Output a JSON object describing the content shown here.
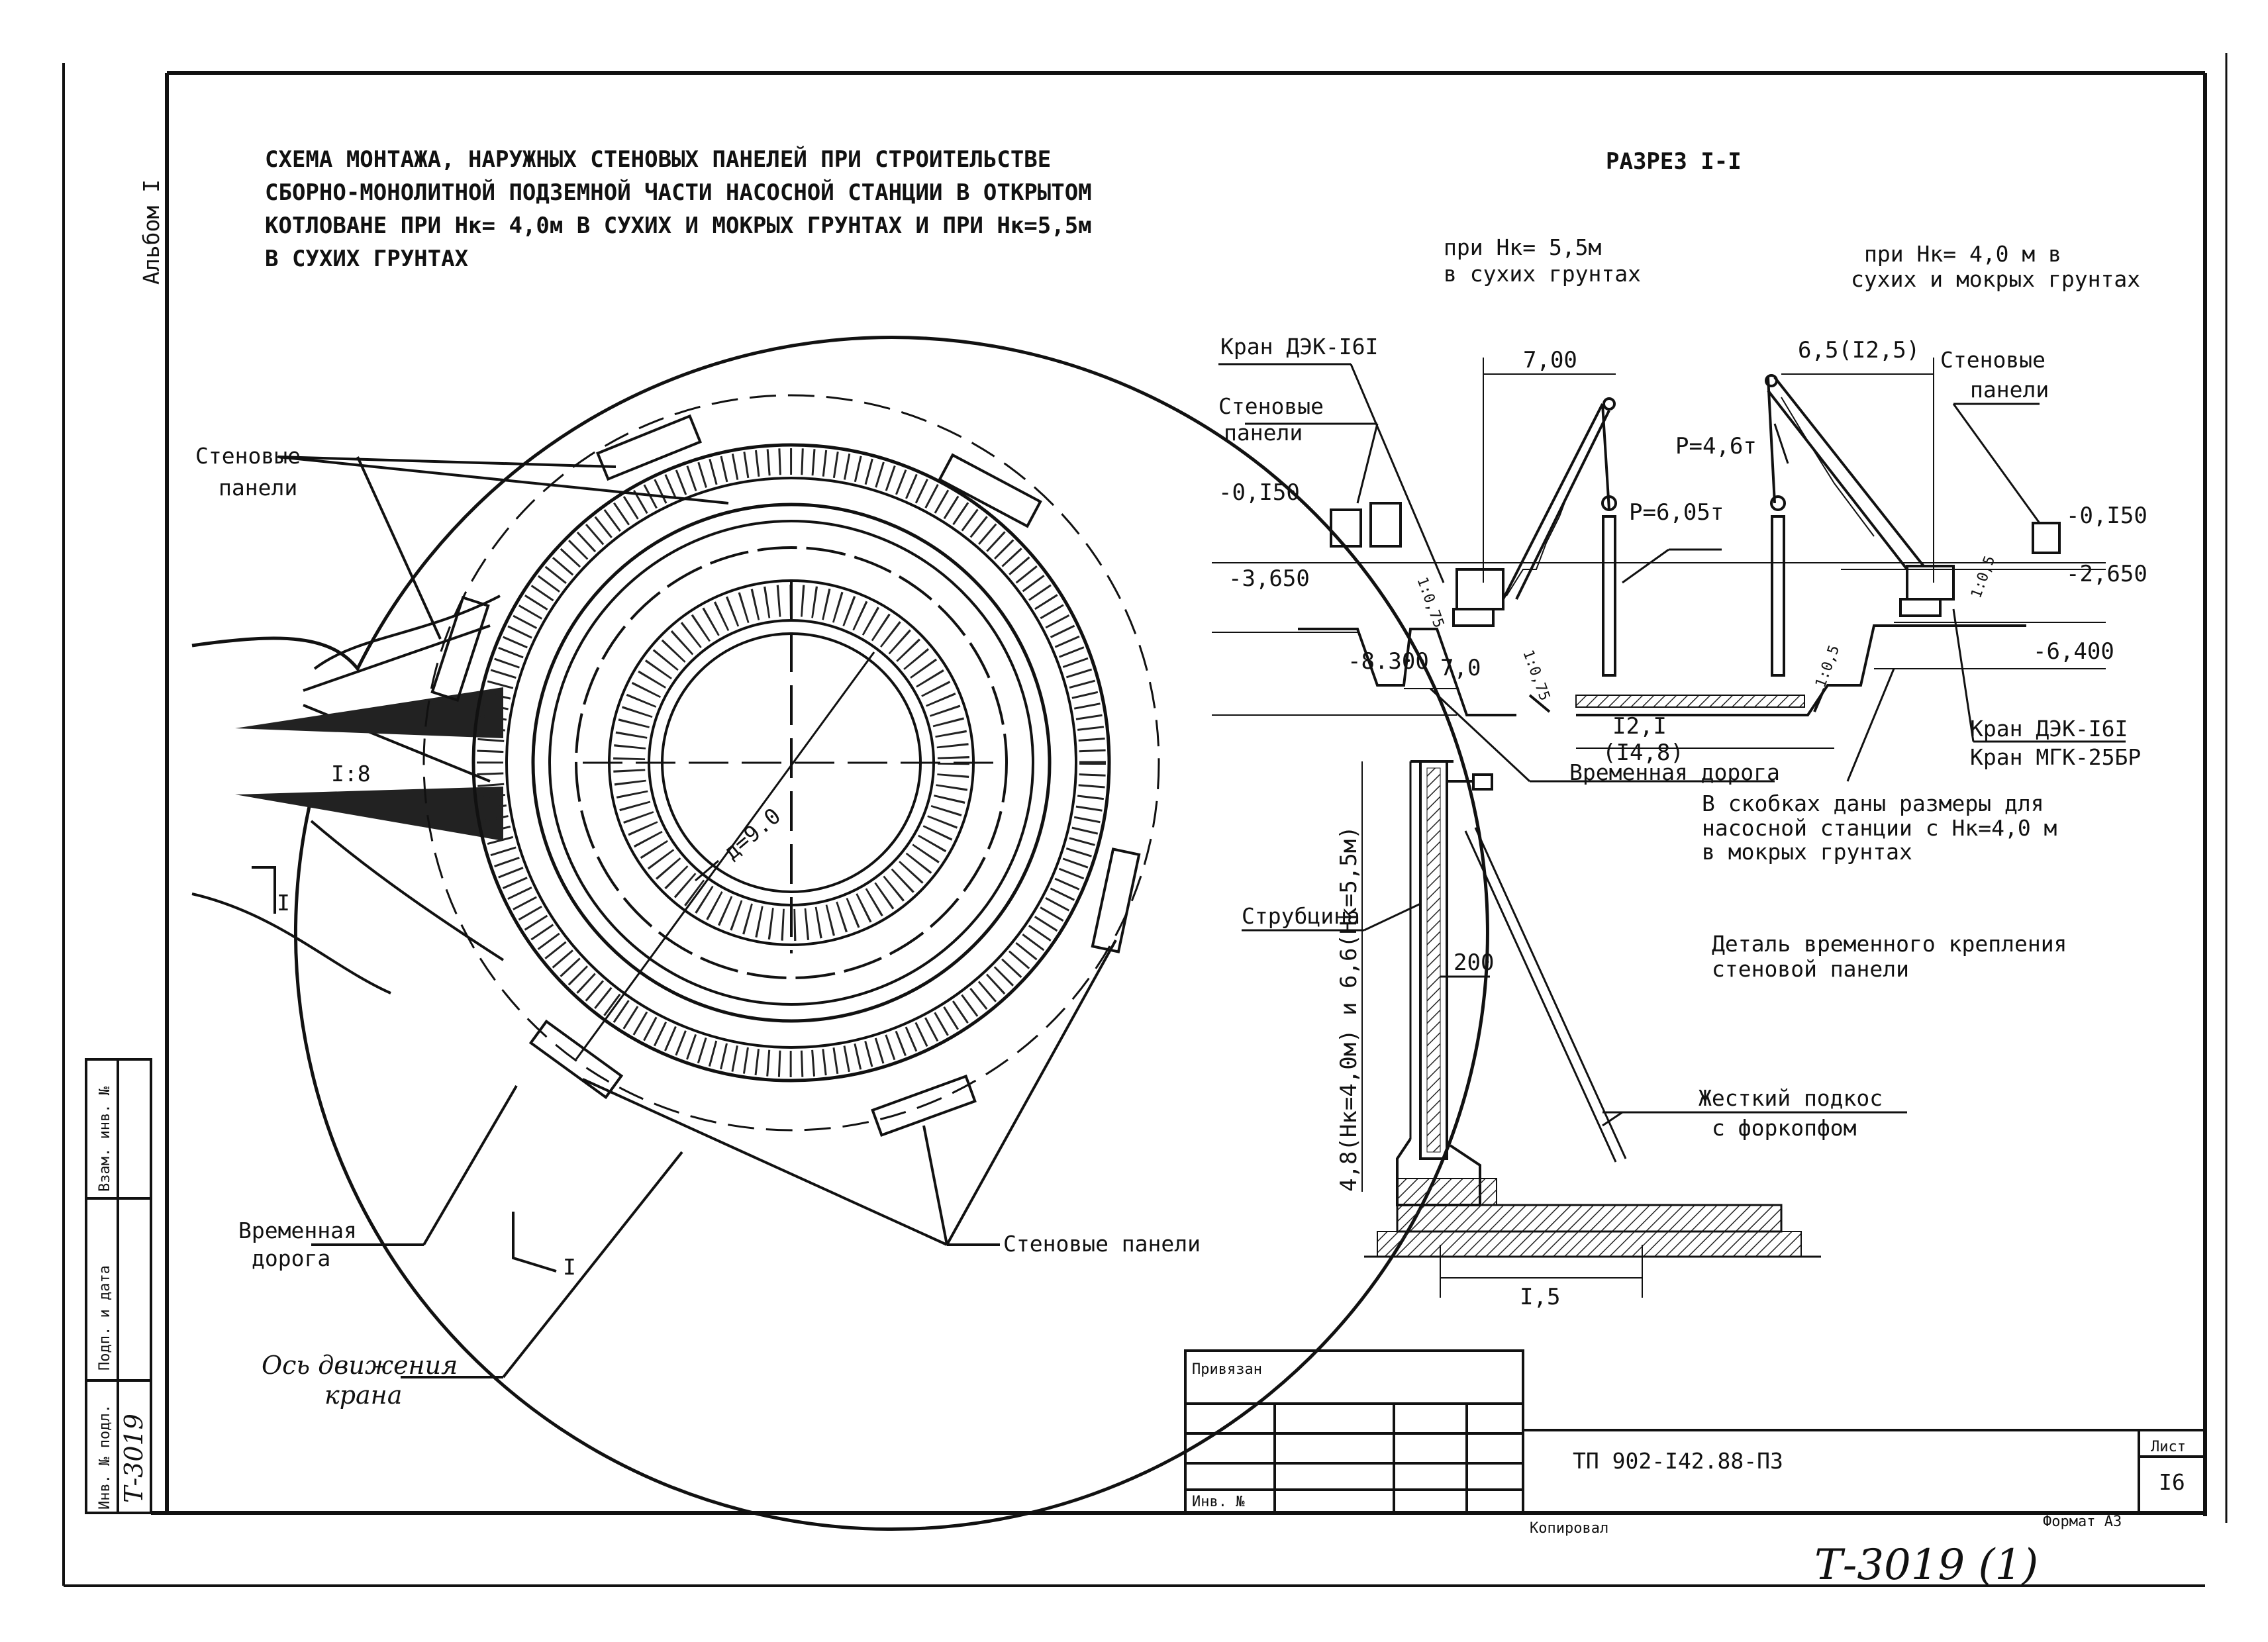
{
  "album": "Альбом I",
  "title_lines": [
    "СХЕМА МОНТАЖА, НАРУЖНЫХ СТЕНОВЫХ ПАНЕЛЕЙ ПРИ СТРОИТЕЛЬСТВЕ",
    "СБОРНО-МОНОЛИТНОЙ ПОДЗЕМНОЙ ЧАСТИ НАСОСНОЙ СТАНЦИИ В ОТКРЫТОМ",
    "КОТЛОВАНЕ ПРИ Нк= 4,0м  В СУХИХ И МОКРЫХ ГРУНТАХ И ПРИ Нк=5,5м",
    "В СУХИХ ГРУНТАХ"
  ],
  "plan": {
    "wall_panels_1": "Стеновые",
    "wall_panels_2": "панели",
    "slope": "I:8",
    "section_mark": "I",
    "diameter": "д=9.0",
    "temp_road_1": "Временная",
    "temp_road_2": "дорога",
    "wall_panels_bottom": "Стеновые панели",
    "crane_axis_1": "Ось движения",
    "crane_axis_2": "крана"
  },
  "section": {
    "title": "РАЗРЕЗ I-I",
    "left_case_1": "при Нк= 5,5м",
    "left_case_2": "в сухих грунтах",
    "right_case_1": "при Нк= 4,0 м в",
    "right_case_2": "сухих и мокрых грунтах",
    "crane_left": "Кран ДЭК-I6I",
    "panels_left_1": "Стеновые",
    "panels_left_2": "панели",
    "panels_right_1": "Стеновые",
    "panels_right_2": "панели",
    "dim_700": "7,00",
    "dim_650": "6,5(I2,5)",
    "load_right": "Р=4,6т",
    "load_left": "Р=6,05т",
    "el_0150_l": "-0,I50",
    "el_3650": "-3,650",
    "el_8300": "-8.300",
    "dim_70": "7,0",
    "el_0150_r": "-0,I50",
    "el_2650": "-2,650",
    "el_6400": "-6,400",
    "dim_121": "I2,I",
    "dim_148": "(I4,8)",
    "slope_075a": "1:0,75",
    "slope_075b": "1:0,75",
    "slope_05a": "1:0,5",
    "slope_05b": "1:0,5",
    "temp_road": "Временная дорога",
    "crane_r1": "Кран ДЭК-I6I",
    "crane_r2": "Кран МГК-25БР",
    "note_1": "В скобках даны размеры для",
    "note_2": "насосной станции с Нк=4,0 м",
    "note_3": "в мокрых грунтах"
  },
  "detail": {
    "title_1": "Деталь временного крепления",
    "title_2": "стеновой панели",
    "clamp": "Струбцина",
    "height_label": "4,8(Нк=4,0м) и 6,6(Нк=5,5м)",
    "dim_200": "200",
    "strut_1": "Жесткий подкос",
    "strut_2": "с форкопфом",
    "dim_15": "I,5"
  },
  "side_stamp": {
    "inv_label": "Инв. № подл.",
    "inv_value": "Т-3019",
    "sign_label": "Подп. и дата",
    "repl_label": "Взам. инв. №"
  },
  "title_block": {
    "shown": "Привязан",
    "inv": "Инв. №",
    "code": "ТП 902-I42.88-ПЗ",
    "sheet_label": "Лист",
    "sheet_no": "I6",
    "copied": "Копировал",
    "format": "Формат А3"
  },
  "stamp_number": "Т-3019 (1)"
}
